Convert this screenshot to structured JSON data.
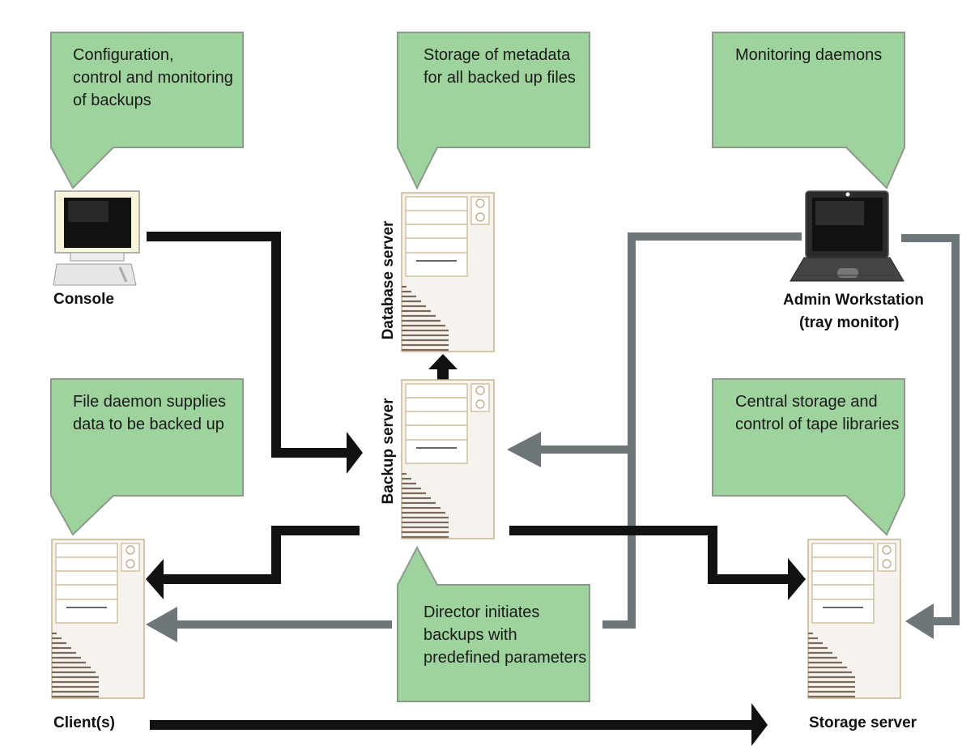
{
  "diagram": {
    "colors": {
      "callout_fill": "#9ed39e",
      "callout_stroke": "#8c9a8c",
      "black_arrow": "#111111",
      "gray_arrow": "#6d7679",
      "server_line": "#c9b48f",
      "server_stripe": "#7b6a5c"
    },
    "callouts": {
      "console": "Configuration,\ncontrol and monitoring\nof backups",
      "database": "Storage of metadata\nfor all backed up files",
      "monitoring": "Monitoring daemons",
      "file_daemon": "File daemon supplies\ndata to be backed up",
      "storage": "Central storage and\ncontrol of tape libraries",
      "director": "Director initiates\nbackups with\npredefined parameters"
    },
    "labels": {
      "console": "Console",
      "database_server": "Database server",
      "backup_server": "Backup server",
      "admin_workstation": "Admin Workstation",
      "tray_monitor": "(tray monitor)",
      "clients": "Client(s)",
      "storage_server": "Storage server"
    },
    "icons": {
      "console": "desktop-monitor-icon",
      "admin_workstation": "laptop-icon",
      "database_server": "server-tower-icon",
      "backup_server": "server-tower-icon",
      "client": "server-tower-icon",
      "storage_server": "server-tower-icon"
    }
  }
}
